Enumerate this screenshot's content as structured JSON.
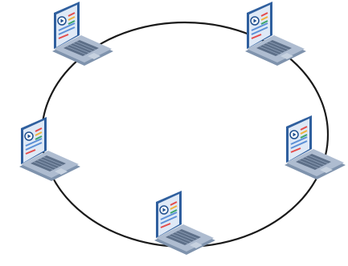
{
  "diagram": {
    "type": "ring-network",
    "node_count": 5,
    "nodes": [
      {
        "id": "laptop-top-left",
        "icon": "laptop-icon"
      },
      {
        "id": "laptop-top-right",
        "icon": "laptop-icon"
      },
      {
        "id": "laptop-right",
        "icon": "laptop-icon"
      },
      {
        "id": "laptop-bottom",
        "icon": "laptop-icon"
      },
      {
        "id": "laptop-left",
        "icon": "laptop-icon"
      }
    ],
    "connection": "ring",
    "colors": {
      "ring": "#1a1a1a",
      "screen_frame": "#2f5f9e",
      "screen_bg": "#dfe9f6",
      "play_button": "#1f4f8f",
      "keyboard_deck": "#9fb0c6",
      "lines": [
        "#e44b4b",
        "#f0b23a",
        "#3aa46b",
        "#5b8fd6"
      ]
    }
  }
}
